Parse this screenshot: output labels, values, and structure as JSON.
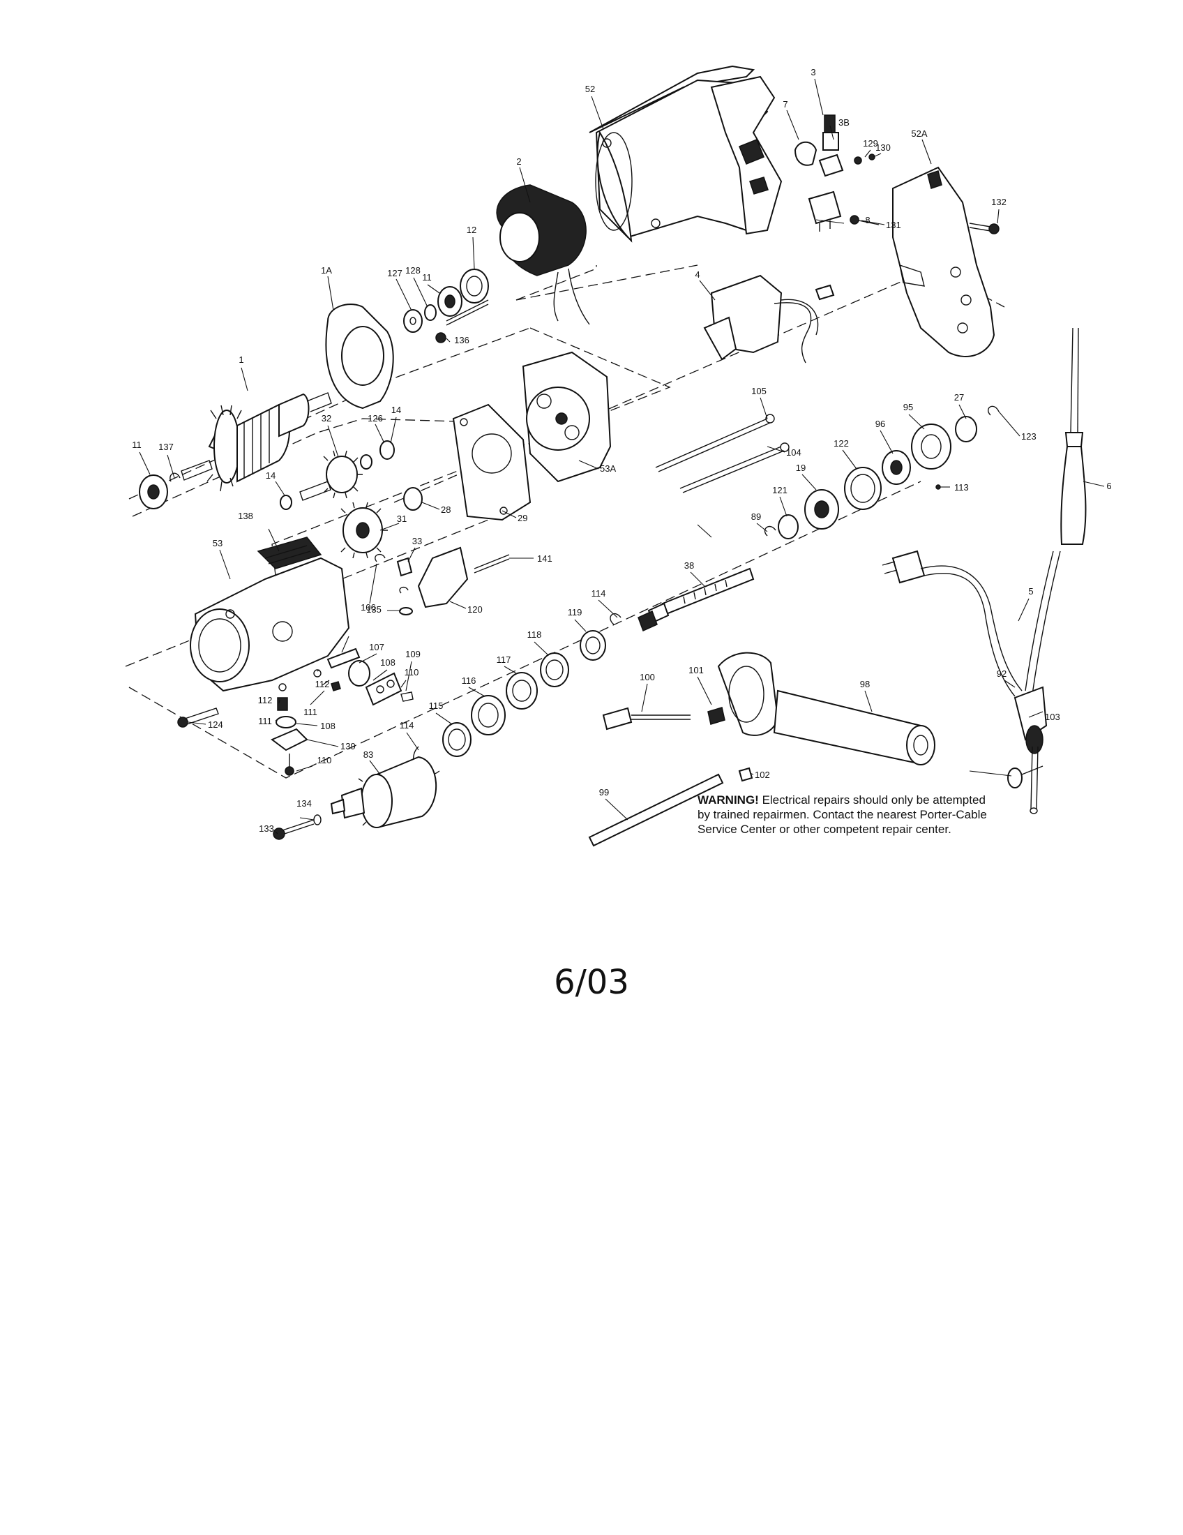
{
  "diagram": {
    "part_labels": [
      {
        "id": "p1",
        "text": "1"
      },
      {
        "id": "p1a",
        "text": "1A"
      },
      {
        "id": "p2",
        "text": "2"
      },
      {
        "id": "p3",
        "text": "3"
      },
      {
        "id": "p3b",
        "text": "3B"
      },
      {
        "id": "p4",
        "text": "4"
      },
      {
        "id": "p5",
        "text": "5"
      },
      {
        "id": "p6",
        "text": "6"
      },
      {
        "id": "p7",
        "text": "7"
      },
      {
        "id": "p8",
        "text": "8"
      },
      {
        "id": "p11a",
        "text": "11"
      },
      {
        "id": "p11b",
        "text": "11"
      },
      {
        "id": "p12",
        "text": "12"
      },
      {
        "id": "p14a",
        "text": "14"
      },
      {
        "id": "p14b",
        "text": "14"
      },
      {
        "id": "p19",
        "text": "19"
      },
      {
        "id": "p27",
        "text": "27"
      },
      {
        "id": "p28",
        "text": "28"
      },
      {
        "id": "p29",
        "text": "29"
      },
      {
        "id": "p31",
        "text": "31"
      },
      {
        "id": "p32",
        "text": "32"
      },
      {
        "id": "p33",
        "text": "33"
      },
      {
        "id": "p38",
        "text": "38"
      },
      {
        "id": "p52",
        "text": "52"
      },
      {
        "id": "p52a",
        "text": "52A"
      },
      {
        "id": "p53",
        "text": "53"
      },
      {
        "id": "p53a",
        "text": "53A"
      },
      {
        "id": "p83",
        "text": "83"
      },
      {
        "id": "p89",
        "text": "89"
      },
      {
        "id": "p92",
        "text": "92"
      },
      {
        "id": "p95",
        "text": "95"
      },
      {
        "id": "p96",
        "text": "96"
      },
      {
        "id": "p98",
        "text": "98"
      },
      {
        "id": "p99",
        "text": "99"
      },
      {
        "id": "p100",
        "text": "100"
      },
      {
        "id": "p101",
        "text": "101"
      },
      {
        "id": "p102",
        "text": "102"
      },
      {
        "id": "p103",
        "text": "103"
      },
      {
        "id": "p104",
        "text": "104"
      },
      {
        "id": "p105",
        "text": "105"
      },
      {
        "id": "p106",
        "text": "106"
      },
      {
        "id": "p107",
        "text": "107"
      },
      {
        "id": "p108a",
        "text": "108"
      },
      {
        "id": "p108b",
        "text": "108"
      },
      {
        "id": "p109",
        "text": "109"
      },
      {
        "id": "p110a",
        "text": "110"
      },
      {
        "id": "p110b",
        "text": "110"
      },
      {
        "id": "p111a",
        "text": "111"
      },
      {
        "id": "p111b",
        "text": "111"
      },
      {
        "id": "p112a",
        "text": "112"
      },
      {
        "id": "p112b",
        "text": "112"
      },
      {
        "id": "p113",
        "text": "113"
      },
      {
        "id": "p114a",
        "text": "114"
      },
      {
        "id": "p114b",
        "text": "114"
      },
      {
        "id": "p115",
        "text": "115"
      },
      {
        "id": "p116",
        "text": "116"
      },
      {
        "id": "p117",
        "text": "117"
      },
      {
        "id": "p118",
        "text": "118"
      },
      {
        "id": "p119",
        "text": "119"
      },
      {
        "id": "p120",
        "text": "120"
      },
      {
        "id": "p121",
        "text": "121"
      },
      {
        "id": "p122",
        "text": "122"
      },
      {
        "id": "p123",
        "text": "123"
      },
      {
        "id": "p124",
        "text": "124"
      },
      {
        "id": "p126",
        "text": "126"
      },
      {
        "id": "p127",
        "text": "127"
      },
      {
        "id": "p128",
        "text": "128"
      },
      {
        "id": "p129",
        "text": "129"
      },
      {
        "id": "p130",
        "text": "130"
      },
      {
        "id": "p131",
        "text": "131"
      },
      {
        "id": "p132",
        "text": "132"
      },
      {
        "id": "p133",
        "text": "133"
      },
      {
        "id": "p134",
        "text": "134"
      },
      {
        "id": "p135",
        "text": "135"
      },
      {
        "id": "p136",
        "text": "136"
      },
      {
        "id": "p137",
        "text": "137"
      },
      {
        "id": "p138",
        "text": "138"
      },
      {
        "id": "p139",
        "text": "139"
      },
      {
        "id": "p141",
        "text": "141"
      }
    ]
  },
  "warning": {
    "heading": "WARNING!",
    "body": "Electrical repairs should only be attempted by trained repairmen. Contact the nearest Porter-Cable Service Center or other competent repair center."
  },
  "footer": {
    "date": "6/03"
  }
}
